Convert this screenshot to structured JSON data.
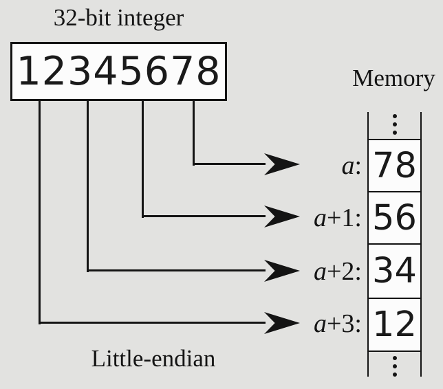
{
  "colors": {
    "background": "#e2e2e0",
    "ink": "#141414",
    "cell_background": "#fcfcfc"
  },
  "header": {
    "title": "32-bit integer"
  },
  "integer_box": {
    "value": "12345678"
  },
  "memory": {
    "title": "Memory",
    "icons": {
      "top_ellipsis": "vertical-ellipsis",
      "bottom_ellipsis": "vertical-ellipsis"
    },
    "cells": [
      {
        "address_var": "a",
        "address_offset": ":",
        "value": "78"
      },
      {
        "address_var": "a",
        "address_offset": "+1:",
        "value": "56"
      },
      {
        "address_var": "a",
        "address_offset": "+2:",
        "value": "34"
      },
      {
        "address_var": "a",
        "address_offset": "+3:",
        "value": "12"
      }
    ]
  },
  "footer": {
    "caption": "Little-endian"
  }
}
